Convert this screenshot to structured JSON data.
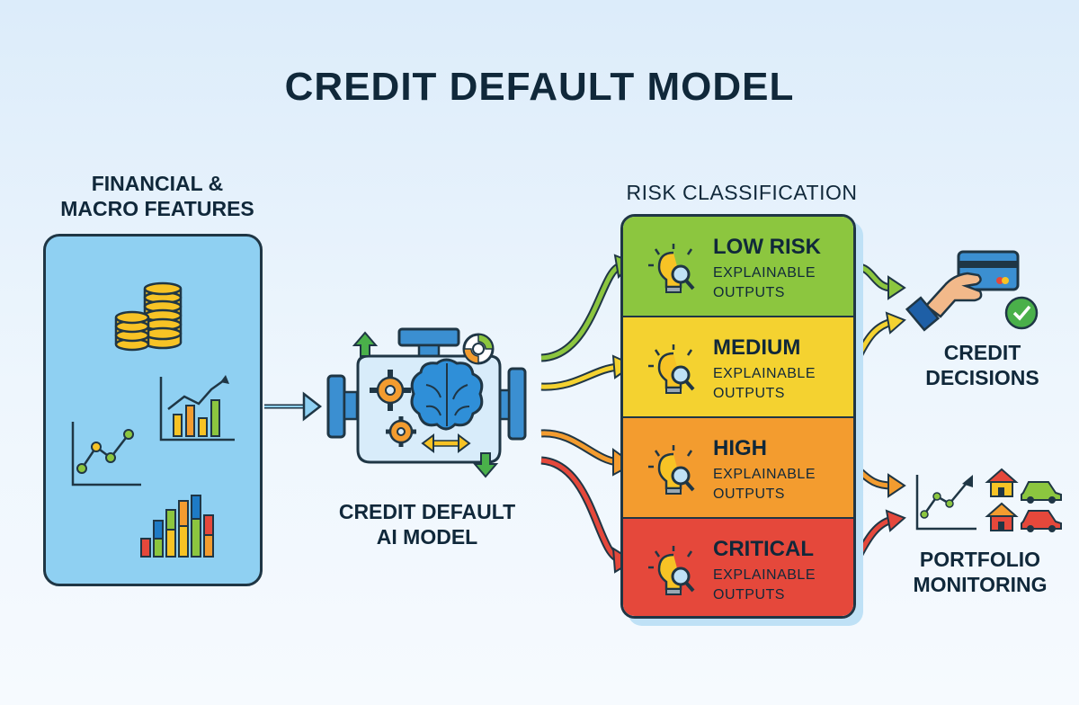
{
  "title": "CREDIT DEFAULT MODEL",
  "features": {
    "label": "FINANCIAL &\nMACRO FEATURES"
  },
  "model": {
    "label": "CREDIT DEFAULT\nAI MODEL"
  },
  "risk": {
    "label": "RISK CLASSIFICATION",
    "levels": [
      {
        "name": "LOW RISK",
        "sub": "EXPLAINABLE\nOUTPUTS",
        "color": "#8cc63f"
      },
      {
        "name": "MEDIUM",
        "sub": "EXPLAINABLE\nOUTPUTS",
        "color": "#f4d230"
      },
      {
        "name": "HIGH",
        "sub": "EXPLAINABLE\nOUTPUTS",
        "color": "#f39c2f"
      },
      {
        "name": "CRITICAL",
        "sub": "EXPLAINABLE\nOUTPUTS",
        "color": "#e5483b"
      }
    ]
  },
  "outputs": {
    "credit": "CREDIT\nDECISIONS",
    "portfolio": "PORTFOLIO\nMONITORING"
  },
  "icons": [
    "coins-icon",
    "line-chart-icon",
    "bar-chart-icon",
    "engine-icon",
    "brain-icon",
    "gear-icon",
    "lightbulb-icon",
    "magnifier-icon",
    "credit-card-icon",
    "check-icon",
    "house-icon",
    "car-icon"
  ]
}
